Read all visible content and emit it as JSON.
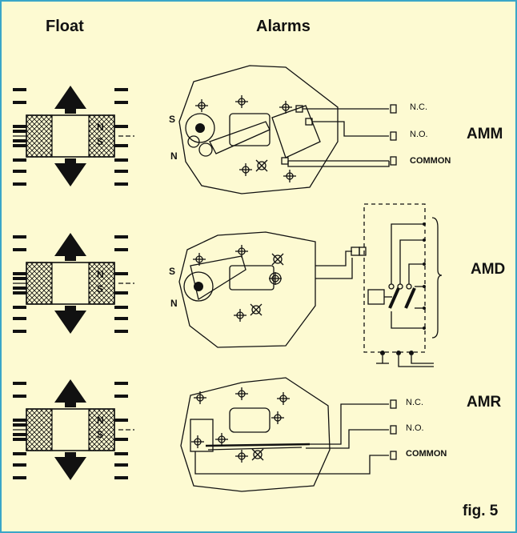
{
  "headers": {
    "float": "Float",
    "alarms": "Alarms"
  },
  "float_magnet": {
    "north": "N",
    "south": "S"
  },
  "switch_poles": {
    "south": "S",
    "north": "N"
  },
  "rows": [
    {
      "code": "AMM",
      "terminals": [
        "N.C.",
        "N.O.",
        "COMMON"
      ]
    },
    {
      "code": "AMD"
    },
    {
      "code": "AMR",
      "terminals": [
        "N.C.",
        "N.O.",
        "COMMON"
      ]
    }
  ],
  "figure_label": "fig. 5",
  "colors": {
    "background": "#fdfad2",
    "border": "#3aa6c8",
    "ink": "#111111"
  }
}
